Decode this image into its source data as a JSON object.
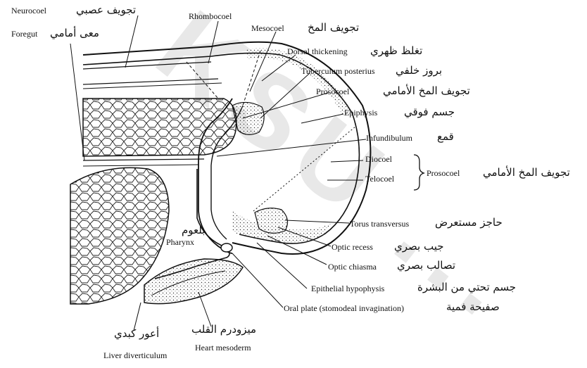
{
  "watermark": "KSU ...",
  "labels": {
    "neurocoel_en": "Neurocoel",
    "neurocoel_ar": "تجويف عصبي",
    "foregut_en": "Foregut",
    "foregut_ar": "معى أمامي",
    "rhombocoel_en": "Rhombocoel",
    "mesocoel_en": "Mesocoel",
    "mesocoel_ar": "تجويف المخ",
    "dorsal_thickening_en": "Dorsal thickening",
    "dorsal_thickening_ar": "تغلظ ظهري",
    "tuberculum_en": "Tuberculum posterius",
    "tuberculum_ar": "بروز خلفي",
    "prosocoel_en": "Prosocoel",
    "prosocoel_ar": "تجويف المخ الأمامي",
    "epiphysis_en": "Epiphysis",
    "epiphysis_ar": "جسم فوقي",
    "infundibulum_en": "Infundibulum",
    "infundibulum_ar": "قمع",
    "diocoel_en": "Diocoel",
    "telocoel_en": "Telocoel",
    "prosocoel2_en": "Prosocoel",
    "prosocoel2_ar": "تجويف المخ الأمامي",
    "torus_en": "Torus transversus",
    "torus_ar": "حاجز مستعرض",
    "pharynx_en": "Pharynx",
    "pharynx_ar": "بلعوم",
    "optic_recess_en": "Optic recess",
    "optic_recess_ar": "جيب بصري",
    "optic_chiasma_en": "Optic chiasma",
    "optic_chiasma_ar": "تصالب بصري",
    "epithelial_hypophysis_en": "Epithelial hypophysis",
    "epithelial_hypophysis_ar": "جسم تحتي من البشرة",
    "oral_plate_en": "Oral plate (stomodeal invagination)",
    "oral_plate_ar": "صفيحة فمية",
    "heart_mesoderm_ar": "ميزودرم القلب",
    "heart_mesoderm_en": "Heart mesoderm",
    "liver_ar": "أعور كبدي",
    "liver_en": "Liver diverticulum"
  }
}
